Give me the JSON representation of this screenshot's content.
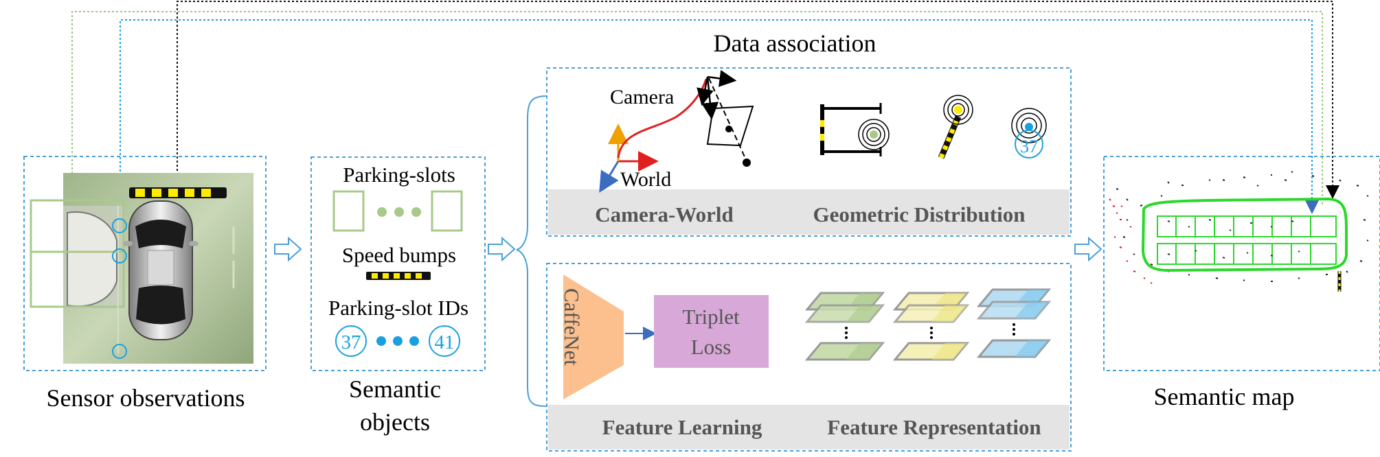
{
  "captions": {
    "sensor": "Sensor observations",
    "semantic_objects_line1": "Semantic",
    "semantic_objects_line2": "objects",
    "semantic_map": "Semantic map",
    "data_association": "Data association"
  },
  "semantic_objects": {
    "parking_slots": "Parking-slots",
    "speed_bumps": "Speed bumps",
    "parking_slot_ids": "Parking-slot IDs",
    "id_start": "37",
    "id_end": "41"
  },
  "upper_panel": {
    "camera_label": "Camera",
    "world_label": "World",
    "camera_world": "Camera-World",
    "geometric_distribution": "Geometric Distribution",
    "id_on_map": "37"
  },
  "lower_panel": {
    "network": "CaffeNet",
    "loss_line1": "Triplet",
    "loss_line2": "Loss",
    "feature_learning": "Feature Learning",
    "feature_representation": "Feature Representation"
  },
  "colors": {
    "dash_box": "#4a9fd8",
    "slot_green": "#a8c98a",
    "id_blue": "#1aa0e0",
    "bump_yellow": "#ffeb00",
    "caffe_orange": "#fbc08e",
    "triplet_purple": "#d7a8d8",
    "gray_band": "#e4e4e4"
  }
}
